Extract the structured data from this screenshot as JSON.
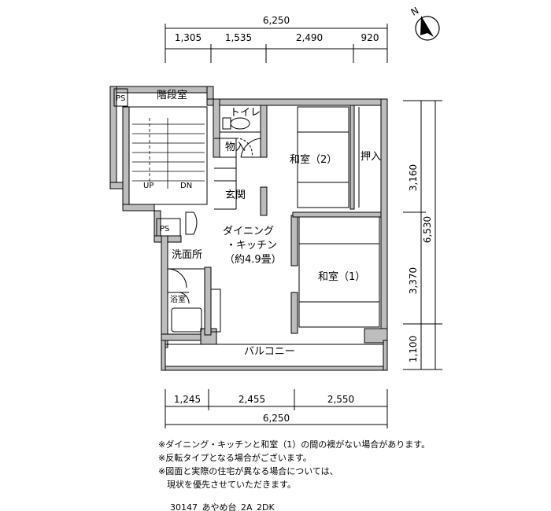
{
  "dimensions": {
    "top_total": "6,250",
    "top_segments": [
      "1,305",
      "1,535",
      "2,490",
      "920"
    ],
    "bottom_total": "6,250",
    "bottom_segments": [
      "1,245",
      "2,455",
      "2,550"
    ],
    "right_total": "6,530",
    "right_segments": [
      "3,160",
      "3,370",
      "1,100"
    ]
  },
  "compass_label": "N",
  "rooms": {
    "stairwell": "階段室",
    "ps_top": "PS",
    "ps_mid": "PS",
    "toilet": "トイレ",
    "storage": "物入",
    "entrance": "玄関",
    "washroom": "洗面所",
    "bath": "浴室",
    "closet": "押入",
    "japanese_room_2": "和室（2）",
    "japanese_room_1": "和室（1）",
    "dining_kitchen_line1": "ダイニング",
    "dining_kitchen_line2": "・キッチン",
    "dining_kitchen_line3": "（約4.9畳）",
    "balcony": "バルコニー",
    "stair_up": "UP",
    "stair_down": "DN"
  },
  "notes": [
    "※ダイニング・キッチンと和室（1）の間の襖がない場合があります。",
    "※反転タイプとなる場合がございます。",
    "※図面と実際の住宅が異なる場合については、",
    "　現状を優先させていただきます。"
  ],
  "footer_code": "30147_あやめ台_2A_2DK"
}
